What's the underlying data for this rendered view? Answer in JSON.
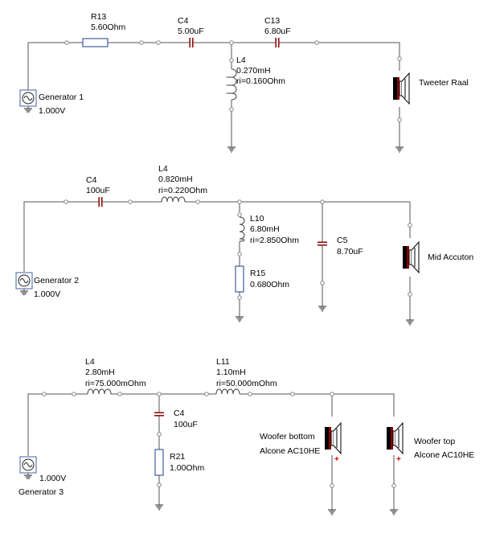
{
  "colors": {
    "wire": "#555555",
    "capacitor": "#8b0000",
    "resistor": "#1a3c8c",
    "inductor": "#404040",
    "speaker_body": "#000000",
    "speaker_accent": "#8b0000",
    "polarity": "#d00000",
    "generator": "#4060a0"
  },
  "circuit1": {
    "r13": {
      "name": "R13",
      "value": "5.60Ohm"
    },
    "c4": {
      "name": "C4",
      "value": "5.00uF"
    },
    "c13": {
      "name": "C13",
      "value": "6.80uF"
    },
    "l4": {
      "name": "L4",
      "value": "0.270mH",
      "ri": "ri=0.160Ohm"
    },
    "generator": {
      "name": "Generator 1",
      "value": "1.000V"
    },
    "speaker": {
      "name": "Tweeter Raal"
    }
  },
  "circuit2": {
    "c4": {
      "name": "C4",
      "value": "100uF"
    },
    "l4": {
      "name": "L4",
      "value": "0.820mH",
      "ri": "ri=0.220Ohm"
    },
    "l10": {
      "name": "L10",
      "value": "6.80mH",
      "ri": "ri=2.850Ohm"
    },
    "r15": {
      "name": "R15",
      "value": "0.680Ohm"
    },
    "c5": {
      "name": "C5",
      "value": "8.70uF"
    },
    "generator": {
      "name": "Generator 2",
      "value": "1.000V"
    },
    "speaker": {
      "name": "Mid Accuton"
    }
  },
  "circuit3": {
    "l4": {
      "name": "L4",
      "value": "2.80mH",
      "ri": "ri=75.000mOhm"
    },
    "l11": {
      "name": "L11",
      "value": "1.10mH",
      "ri": "ri=50.000mOhm"
    },
    "c4": {
      "name": "C4",
      "value": "100uF"
    },
    "r21": {
      "name": "R21",
      "value": "1.00Ohm"
    },
    "generator": {
      "name": "Generator 3",
      "value": "1.000V"
    },
    "speaker_bottom": {
      "name": "Woofer bottom",
      "model": "Alcone AC10HE"
    },
    "speaker_top": {
      "name": "Woofer top",
      "model": "Alcone AC10HE"
    }
  },
  "polarity_mark": "+"
}
